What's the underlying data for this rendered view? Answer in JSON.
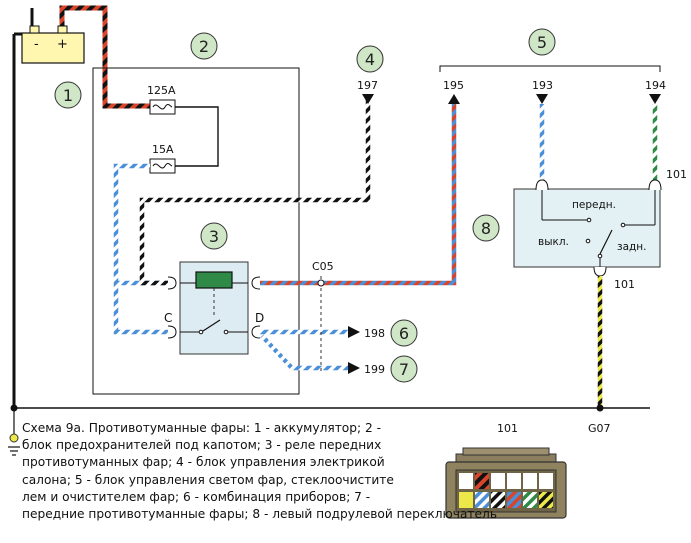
{
  "battery": {
    "minus": "-",
    "plus": "+"
  },
  "numbers": {
    "n1": "1",
    "n2": "2",
    "n3": "3",
    "n4": "4",
    "n5": "5",
    "n6": "6",
    "n7": "7",
    "n8": "8"
  },
  "fuses": {
    "f125": "125A",
    "f15": "15A"
  },
  "wires": {
    "w197": "197",
    "w195": "195",
    "w193": "193",
    "w194": "194",
    "w198": "198",
    "w199": "199"
  },
  "relay": {
    "c": "C",
    "d": "D",
    "c05": "C05"
  },
  "switch": {
    "front": "передн.",
    "off": "выкл.",
    "rear": "задн.",
    "p101_top": "101",
    "p101_bot": "101"
  },
  "ground": {
    "g07": "G07",
    "connector": "101"
  },
  "caption": {
    "l1": "Схема 9а. Противотуманные фары: 1 - аккумулятор; 2 -",
    "l2": "блок предохранителей под капотом; 3 - реле передних",
    "l3": "противотуманных фар; 4 - блок управления электрикой",
    "l4": "салона; 5 - блок управления светом фар, стеклоочистите",
    "l5": "лем и очистителем фар; 6 - комбинация приборов; 7 -",
    "l6": "передние противотуманные фары; 8 - левый  подрулевой переключатель"
  },
  "colors": {
    "black": "#111111",
    "red": "#d9452a",
    "blue": "#4a8fd8",
    "green": "#2e8a46",
    "yellow": "#ece84a",
    "circle": "#cfe7c6",
    "panel": "#e4f1f4",
    "relay": "#dcecf2"
  }
}
